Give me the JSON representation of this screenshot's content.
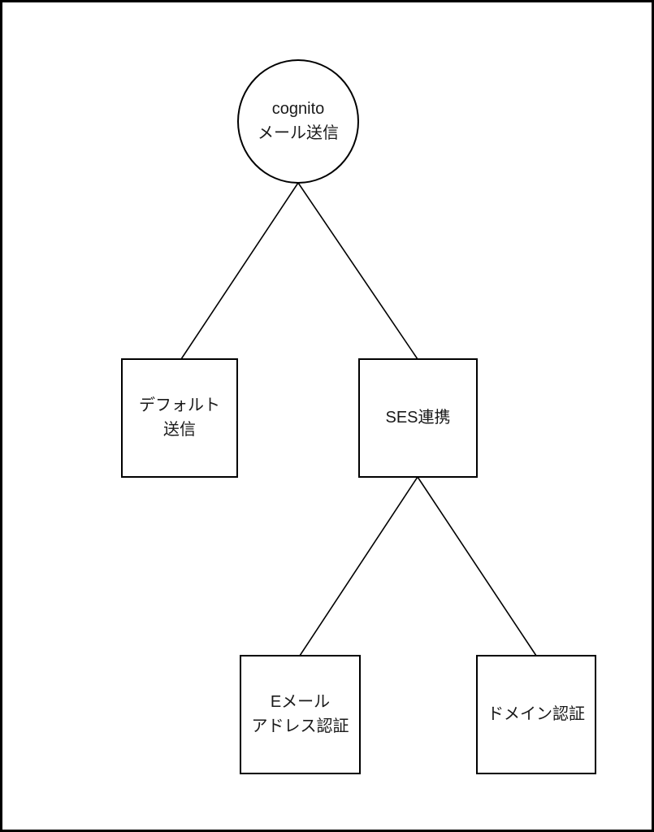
{
  "page": {
    "background_color": "#ffffff",
    "border_color": "#000000",
    "line_color": "#000000",
    "text_color": "#1a1a1a"
  },
  "diagram": {
    "type": "tree",
    "nodes": {
      "root": {
        "shape": "circle",
        "label": "cognito\nメール送信"
      },
      "default_send": {
        "shape": "rect",
        "label": "デフォルト\n送信"
      },
      "ses": {
        "shape": "rect",
        "label": "SES連携"
      },
      "email_address_verify": {
        "shape": "rect",
        "label": "Eメール\nアドレス認証"
      },
      "domain_verify": {
        "shape": "rect",
        "label": "ドメイン認証"
      }
    },
    "edges": [
      {
        "from": "root",
        "to": "default_send"
      },
      {
        "from": "root",
        "to": "ses"
      },
      {
        "from": "ses",
        "to": "email_address_verify"
      },
      {
        "from": "ses",
        "to": "domain_verify"
      }
    ]
  }
}
